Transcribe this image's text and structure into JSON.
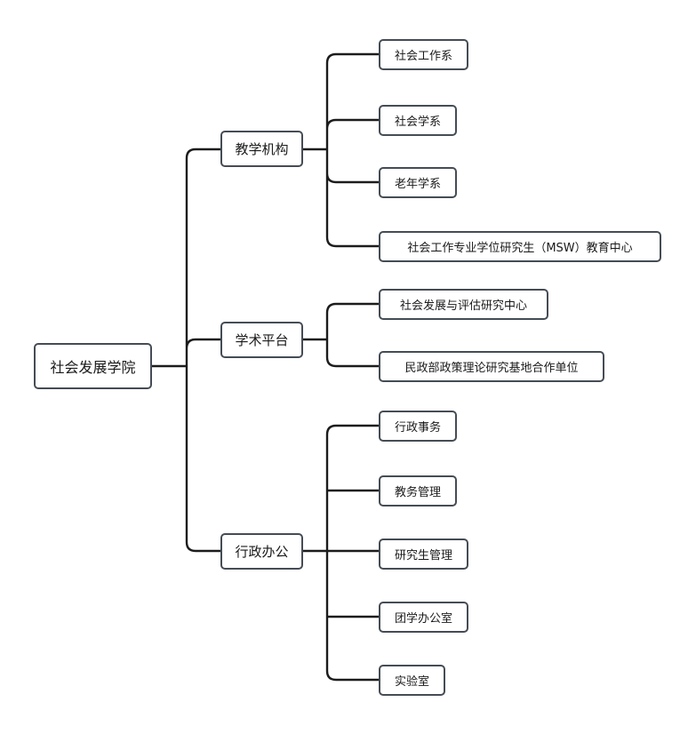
{
  "diagram": {
    "root": {
      "label": "社会发展学院"
    },
    "branches": [
      {
        "label": "教学机构",
        "children": [
          "社会工作系",
          "社会学系",
          "老年学系",
          "社会工作专业学位研究生（MSW）教育中心"
        ]
      },
      {
        "label": "学术平台",
        "children": [
          "社会发展与评估研究中心",
          "民政部政策理论研究基地合作单位"
        ]
      },
      {
        "label": "行政办公",
        "children": [
          "行政事务",
          "教务管理",
          "研究生管理",
          "团学办公室",
          "实验室"
        ]
      }
    ]
  },
  "colors": {
    "node_border": "#454c55",
    "connector": "#1c1c1c",
    "background": "#ffffff",
    "text": "#1a1a1a"
  }
}
